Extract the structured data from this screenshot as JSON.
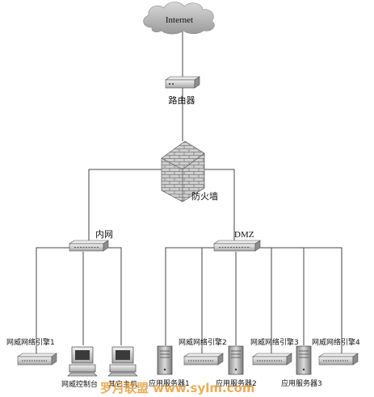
{
  "internet_label": "Internet",
  "router_label": "路由器",
  "firewall_label": "防火墙",
  "intranet_label": "内网",
  "dmz_label": "DMZ",
  "left_network": {
    "engine_label": "网威网络引擎1",
    "console_label": "网威控制台",
    "other_host_label": "其它主机"
  },
  "dmz_network": {
    "server1_label": "应用服务器1",
    "engine2_label": "网威网络引擎2",
    "server2_label": "应用服务器2",
    "engine3_label": "网威网络引擎3",
    "server3_label": "应用服务器3",
    "engine4_label": "网威网络引擎4"
  },
  "watermark": "罗月联盟  www.sylm.com"
}
